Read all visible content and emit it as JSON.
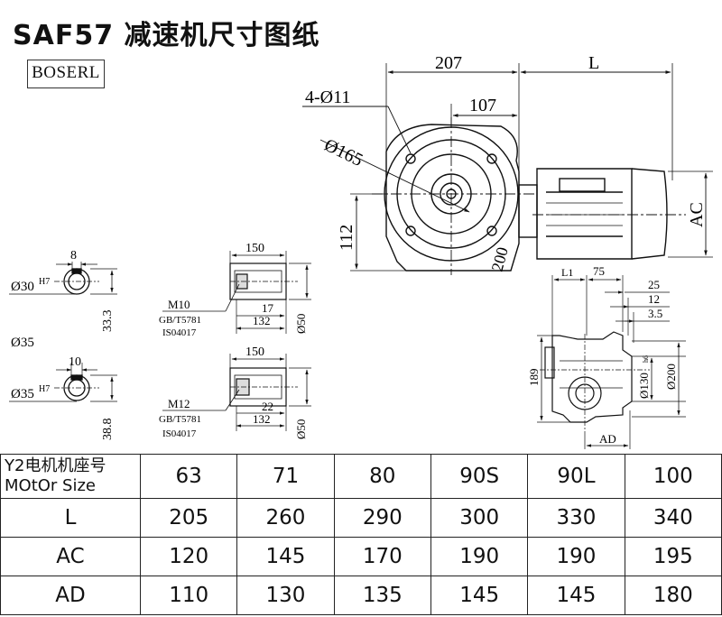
{
  "header": {
    "title": "SAF57 减速机尺寸图纸",
    "logo": "BOSERL"
  },
  "drawing": {
    "main_dims": {
      "d207": "207",
      "dL": "L",
      "bolt": "4-Ø11",
      "d107": "107",
      "d165": "Ø165",
      "d112": "112",
      "dAC": "AC",
      "d200": "200"
    },
    "shaft1": {
      "d8": "8",
      "d30": "Ø30",
      "d30_tol": "H7",
      "d33": "33.3",
      "d150": "150",
      "thread": "M10",
      "std1": "GB/T5781",
      "std2": "IS04017",
      "d17": "17",
      "d132": "132",
      "d50": "Ø50"
    },
    "shaft2": {
      "label": "Ø35",
      "d10": "10",
      "d35": "Ø35",
      "d35_tol": "H7",
      "d38": "38.8",
      "d150": "150",
      "thread": "M12",
      "std1": "GB/T5781",
      "std2": "IS04017",
      "d22": "22",
      "d132": "132",
      "d50": "Ø50"
    },
    "side_view": {
      "dL1": "L1",
      "d75": "75",
      "d25": "25",
      "d12": "12",
      "d3_5": "3.5",
      "d189": "189",
      "d130": "Ø130",
      "d130_tol": "h6",
      "d200": "Ø200",
      "dAD": "AD"
    }
  },
  "table": {
    "header_label_line1": "Y2电机机座号",
    "header_label_line2": "MOtOr Size",
    "sizes": [
      "63",
      "71",
      "80",
      "90S",
      "90L",
      "100"
    ],
    "rows": [
      {
        "label": "L",
        "values": [
          "205",
          "260",
          "290",
          "300",
          "330",
          "340"
        ]
      },
      {
        "label": "AC",
        "values": [
          "120",
          "145",
          "170",
          "190",
          "190",
          "195"
        ]
      },
      {
        "label": "AD",
        "values": [
          "110",
          "130",
          "135",
          "145",
          "145",
          "180"
        ]
      }
    ]
  }
}
